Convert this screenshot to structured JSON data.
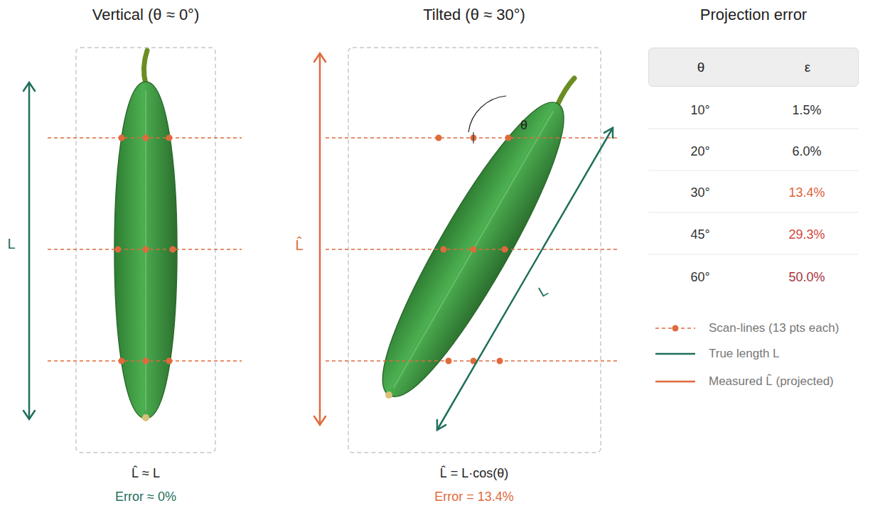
{
  "diagram": {
    "nodes": [
      {
        "text": [
          "θ",
          "ε"
        ]
      }
    ],
    "labels": [
      "Vertical (θ ≈ 0°)",
      "Tilted (θ ≈ 30°)",
      "Projection error",
      "L",
      "L̂",
      "θ",
      "L",
      "L̂ ≈ L",
      "Error ≈ 0%",
      "L̂ = L·cos(θ)",
      "Error = 13.4%",
      "10°",
      "1.5%",
      "20°",
      "6.0%",
      "30°",
      "13.4%",
      "45°",
      "29.3%",
      "60°",
      "50.0%"
    ],
    "legend": [
      {
        "text": "Scan-lines (13 pts each)"
      },
      {
        "text": "True length L"
      },
      {
        "text": "Measured L̂ (projected)"
      }
    ]
  }
}
